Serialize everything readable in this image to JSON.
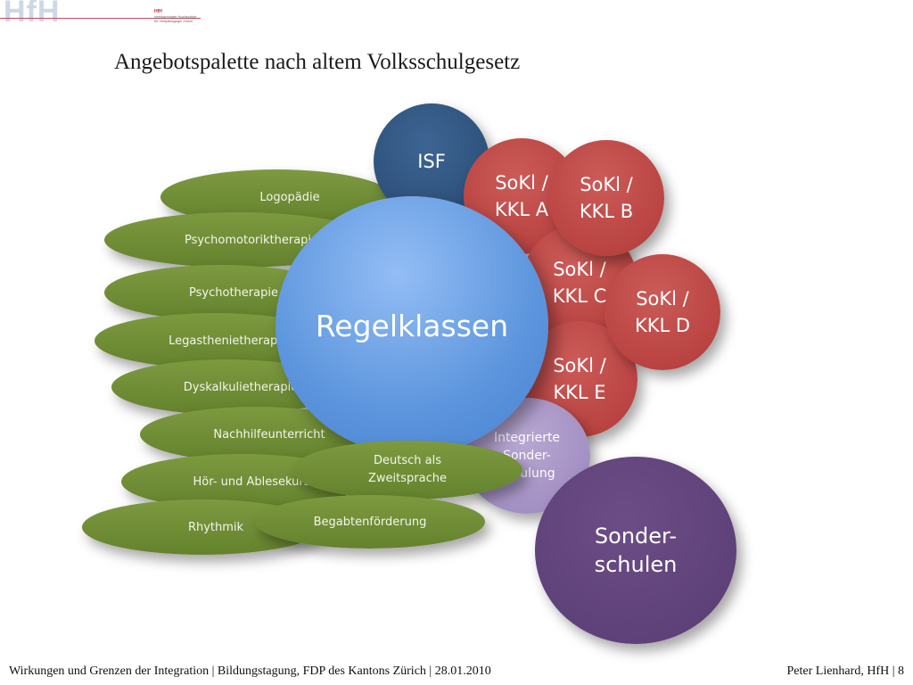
{
  "logo": {
    "letters": "HfH",
    "short": "HfH",
    "line1": "Interkantonale Hochschule",
    "line2": "für Heilpädagogik Zürich"
  },
  "title": "Angebotspalette nach altem Volksschulgesetz",
  "green_items": [
    "Logopädie",
    "Psychomotoriktherapie",
    "Psychotherapie",
    "Legasthenietherapie",
    "Dyskalkulietherapie",
    "Nachhilfeunterricht",
    "Hör- und Ablesekurse",
    "Rhythmik",
    "Deutsch als\nZweitsprache",
    "Begabtenförderung"
  ],
  "circles": {
    "isf": "ISF",
    "sokl_a": "SoKl /\nKKL A",
    "sokl_b": "SoKl /\nKKL B",
    "sokl_c": "SoKl /\nKKL C",
    "sokl_d": "SoKl /\nKKL D",
    "sokl_e": "SoKl /\nKKL E",
    "integrierte": "Integrierte\nSonder-\nschulung",
    "sonderschulen": "Sonder-\nschulen",
    "regelklassen": "Regelklassen"
  },
  "colors": {
    "green": "#6f8c35",
    "red": "#bf4744",
    "isf_blue": "#2f5583",
    "regel_blue": "#6aa0e6",
    "lavender": "#a997c6",
    "purple": "#5f4479"
  },
  "footer": {
    "left": "Wirkungen und Grenzen der Integration  |  Bildungstagung, FDP des Kantons Zürich  |  28.01.2010",
    "right": "Peter Lienhard, HfH  |  8"
  }
}
